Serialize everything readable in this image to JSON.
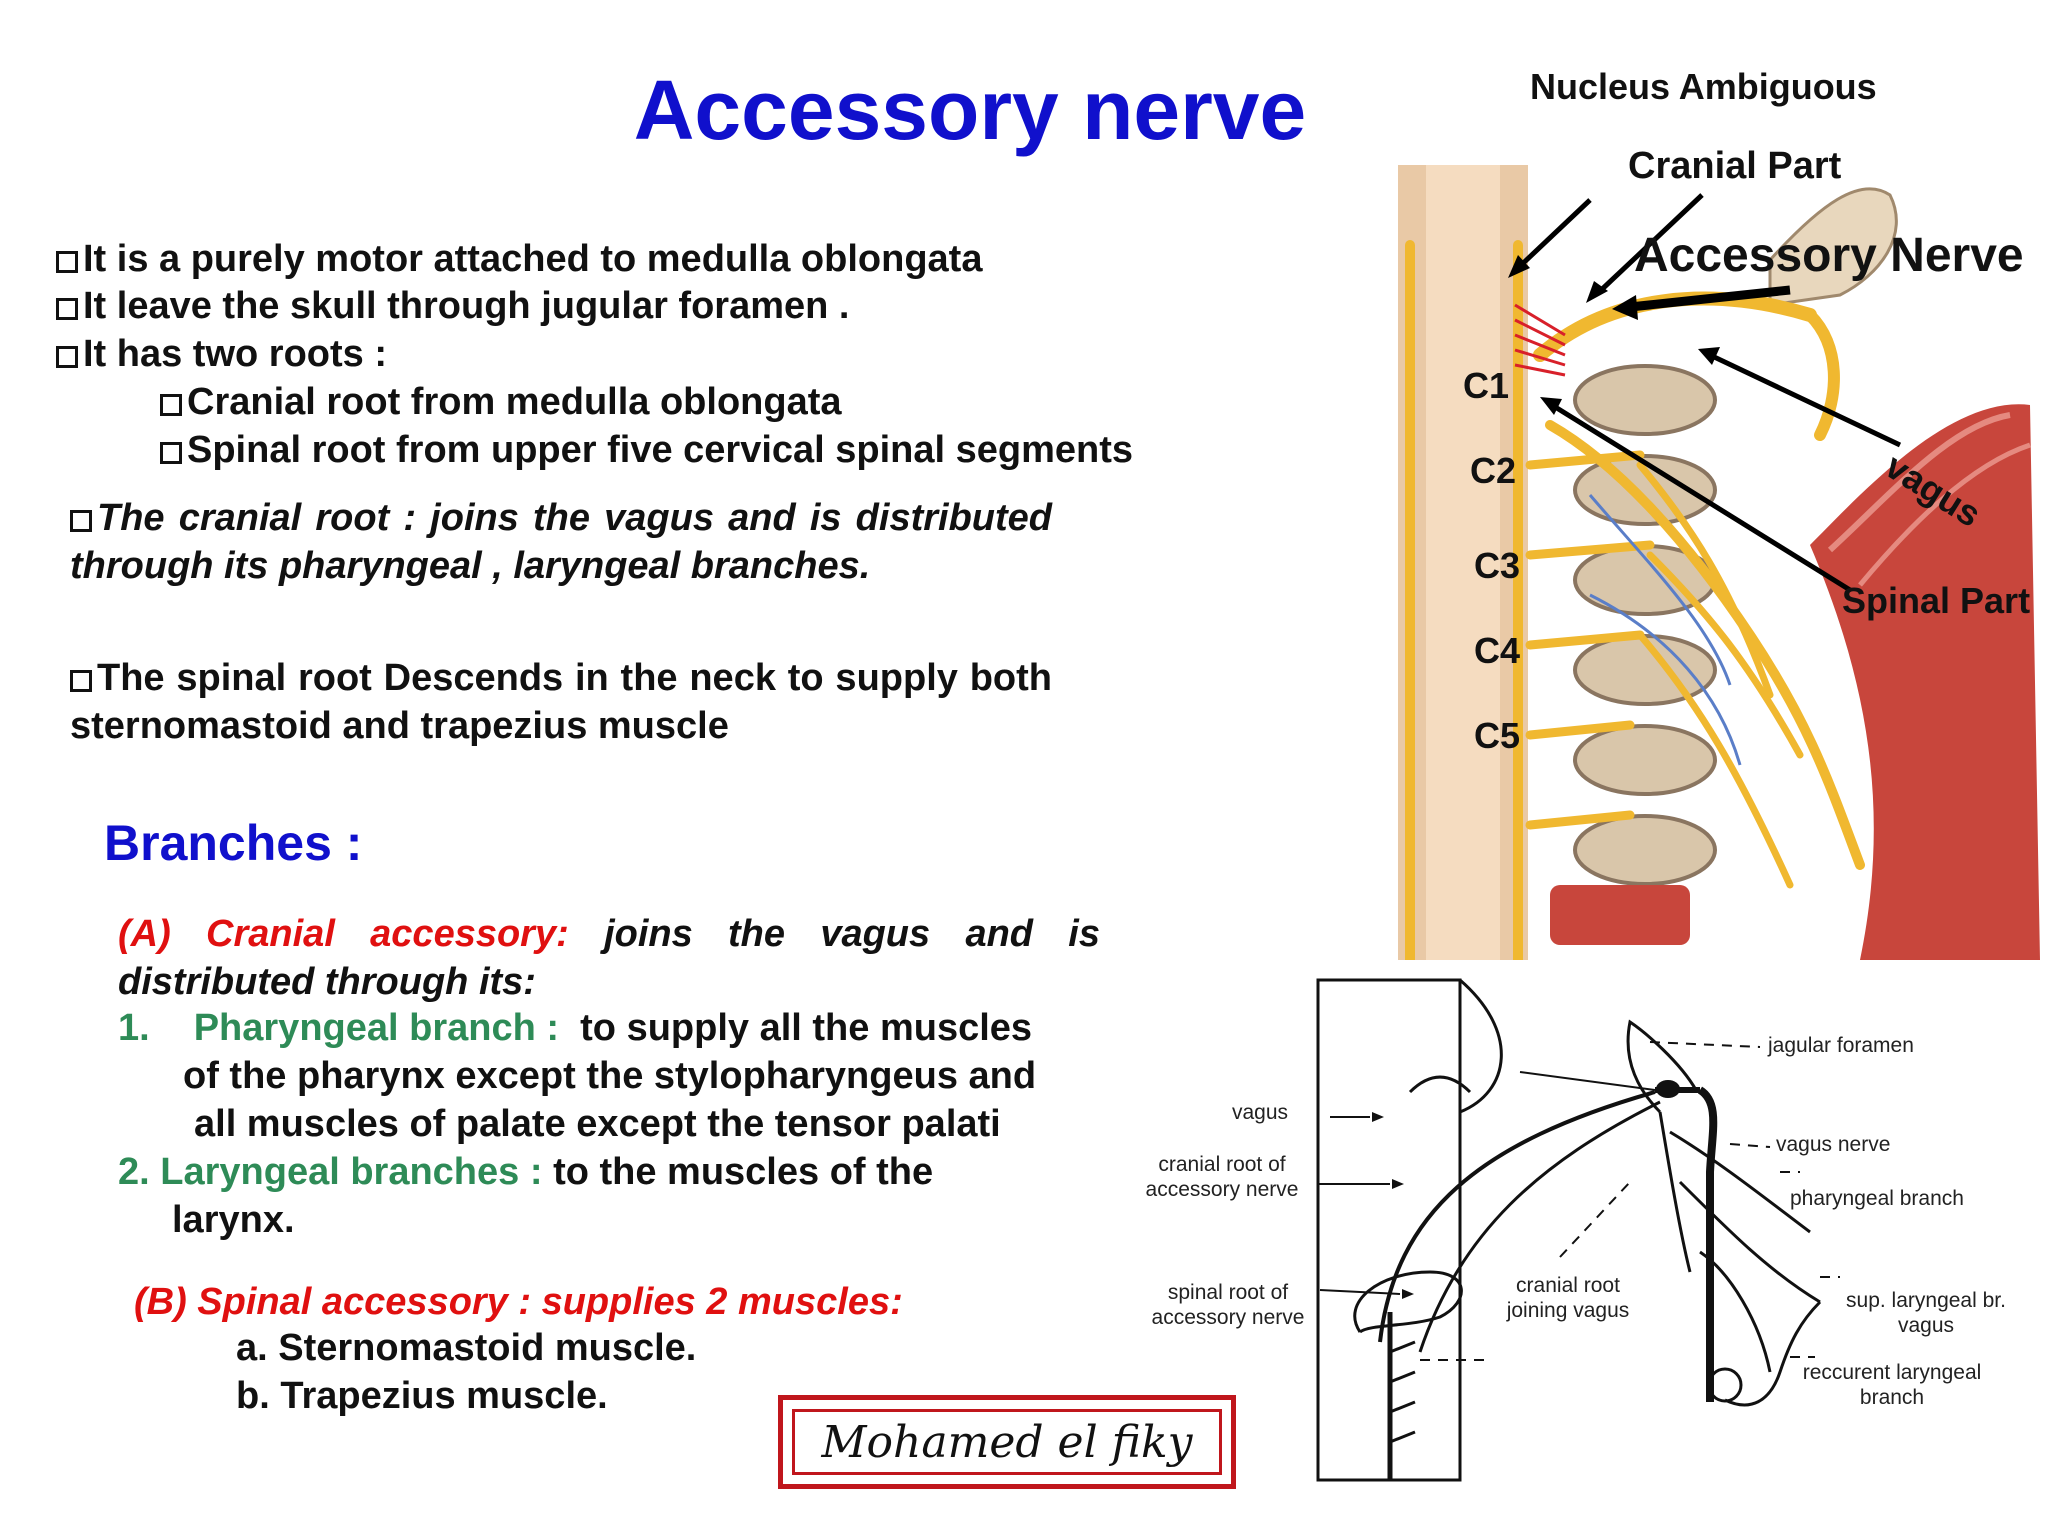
{
  "title": "Accessory nerve",
  "bullets": [
    "It is a purely motor attached to medulla oblongata",
    "It leave the skull through jugular foramen  .",
    "It has two roots :"
  ],
  "sub_bullets": [
    "Cranial root from medulla oblongata",
    "Spinal root from upper five cervical spinal segments"
  ],
  "cranial_root_para": "The cranial root : joins the vagus and is distributed through its pharyngeal , laryngeal branches.",
  "spinal_root_para": "The spinal root Descends in the neck to supply both sternomastoid and trapezius muscle",
  "branches_heading": "Branches :",
  "cranial_accessory": {
    "label": "(A) Cranial accessory:",
    "text": "joins the vagus and is distributed through its:"
  },
  "pharyngeal": {
    "num": "1.",
    "label": "Pharyngeal branch :",
    "line1": "to  supply all the muscles",
    "line2": "of the pharynx except the stylopharyngeus and",
    "line3": "all  muscles of palate except the tensor palati"
  },
  "laryngeal": {
    "label": "2. Laryngeal branches :",
    "line1": "to the muscles of the",
    "line2": "larynx."
  },
  "spinal_accessory": {
    "label": "(B) Spinal accessory : supplies 2 muscles:",
    "a": "a. Sternomastoid muscle.",
    "b": "b. Trapezius muscle."
  },
  "signature": "Mohamed el fiky",
  "anatomy_labels": {
    "nucleus": "Nucleus Ambiguous",
    "cranial_part": "Cranial Part",
    "accessory_nerve": "Accessory Nerve",
    "vagus": "vagus",
    "spinal_part": "Spinal Part",
    "segments": [
      "C1",
      "C2",
      "C3",
      "C4",
      "C5"
    ]
  },
  "diagram_labels": {
    "vagus": "vagus",
    "cranial_root_of_accessory": "cranial root of accessory nerve",
    "spinal_root_of_accessory": "spinal root of accessory nerve",
    "cranial_root_joining": "cranial root joining  vagus",
    "jagular_foramen": "jagular foramen",
    "vagus_nerve": "vagus nerve",
    "pharyngeal_branch": "pharyngeal branch",
    "sup_laryngeal": "sup. laryngeal br. vagus",
    "reccurent_laryngeal": "reccurent laryngeal branch"
  },
  "colors": {
    "title_blue": "#1010cc",
    "red": "#e01010",
    "green": "#2e8b57",
    "nerve_yellow": "#f0b830",
    "muscle_red": "#c8463c"
  }
}
